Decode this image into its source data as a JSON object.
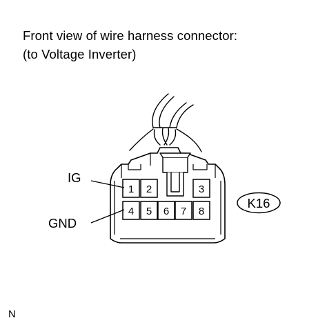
{
  "title": {
    "line1": "Front view of wire harness connector:",
    "line2": "(to Voltage Inverter)"
  },
  "connector": {
    "code": "K16",
    "pin_labels": [
      "1",
      "2",
      "3",
      "4",
      "5",
      "6",
      "7",
      "8"
    ]
  },
  "callouts": {
    "ig": "IG",
    "gnd": "GND"
  },
  "footer": {
    "code": "N"
  }
}
